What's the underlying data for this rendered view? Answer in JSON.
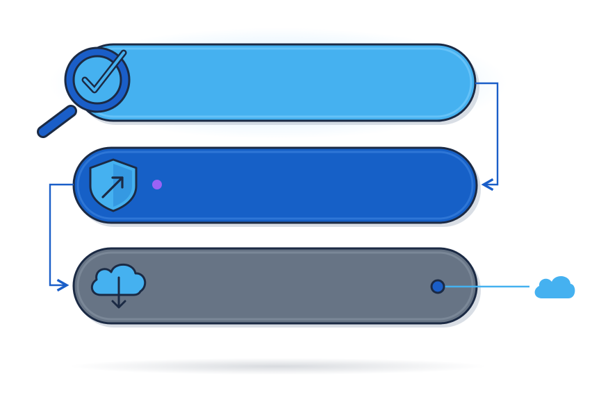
{
  "diagram": {
    "steps": [
      {
        "name": "step-search",
        "icon": "search-check-icon",
        "label": "",
        "fill": "#45b1f0"
      },
      {
        "name": "step-secure",
        "icon": "shield-arrow-icon",
        "label": "",
        "fill": "#1660c7"
      },
      {
        "name": "step-download",
        "icon": "cloud-download-icon",
        "label": "",
        "fill": "#677485"
      }
    ],
    "connectors": [
      {
        "from": "step-search",
        "to": "step-secure"
      },
      {
        "from": "step-secure",
        "to": "step-download"
      },
      {
        "from": "step-download",
        "to": "cloud-icon"
      }
    ],
    "colors": {
      "outline": "#1b2a44",
      "connector": "#1a5ec8",
      "accent_dot": "#9b63f5",
      "cloud": "#45b1f0"
    }
  }
}
